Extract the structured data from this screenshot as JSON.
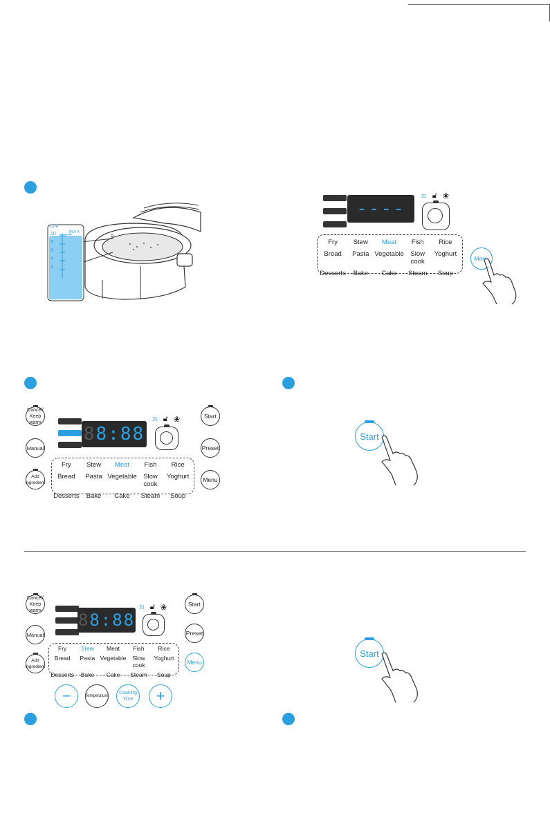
{
  "colors": {
    "accent": "#2b9fe0",
    "dark": "#2a2a2a",
    "text": "#222222"
  },
  "step1": {
    "cup_label": "CUP",
    "max_label": "MAX",
    "scale": [
      "10",
      "8",
      "6",
      "4",
      "2"
    ],
    "bowl_mark": "0"
  },
  "panels": {
    "panel1": {
      "display": "----",
      "menu_rows": [
        [
          "Fry",
          "Stew",
          "Meat",
          "Fish",
          "Rice"
        ],
        [
          "Bread",
          "Pasta",
          "Vegetable",
          "Slow cook",
          "Yoghurt"
        ],
        [
          "Desserts",
          "Bake",
          "Cake",
          "Steam",
          "Soup"
        ]
      ],
      "selected": "Meat",
      "menu_button": "Menu"
    },
    "panel2": {
      "display": "8:88",
      "left_buttons": [
        "Cancel/ Keep warm",
        "Manual",
        "Add ingredient"
      ],
      "right_buttons": [
        "Start",
        "Preset",
        "Menu"
      ],
      "menu_rows": [
        [
          "Fry",
          "Stew",
          "Meat",
          "Fish",
          "Rice"
        ],
        [
          "Bread",
          "Pasta",
          "Vegetable",
          "Slow cook",
          "Yoghurt"
        ],
        [
          "Desserts",
          "Bake",
          "Cake",
          "Steam",
          "Soup"
        ]
      ],
      "selected": "Meat"
    },
    "panel3": {
      "display": "8:88",
      "left_buttons": [
        "Cancel/ Keep warm",
        "Manual",
        "Add ingredient"
      ],
      "right_buttons": [
        "Start",
        "Preset",
        "Menu"
      ],
      "menu_rows": [
        [
          "Fry",
          "Stew",
          "Meat",
          "Fish",
          "Rice"
        ],
        [
          "Bread",
          "Pasta",
          "Vegetable",
          "Slow cook",
          "Yoghurt"
        ],
        [
          "Desserts",
          "Bake",
          "Cake",
          "Steam",
          "Soup"
        ]
      ],
      "selected": "Stew",
      "bottom_buttons": [
        "−",
        "Temperature",
        "Cooking Time",
        "+"
      ]
    }
  },
  "start_button": "Start"
}
